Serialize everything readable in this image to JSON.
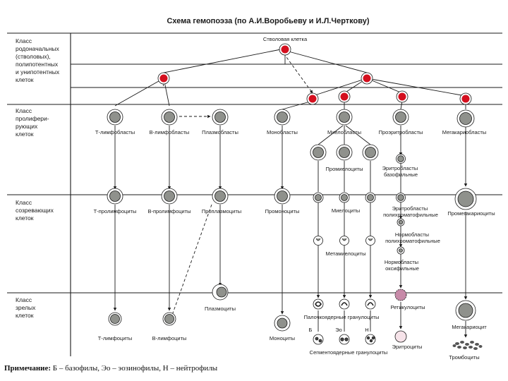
{
  "title": "Схема гемопоэза (по А.И.Воробьеву и И.Л.Черткову)",
  "classes": [
    {
      "key": "stem",
      "lines": [
        "Класс",
        "родоначальных",
        "(стволовых),",
        "полипотентных",
        "и унипотентных",
        "клеток"
      ]
    },
    {
      "key": "prolif",
      "lines": [
        "Класс",
        "пролифери-",
        "рующих",
        "клеток"
      ]
    },
    {
      "key": "maturing",
      "lines": [
        "Класс",
        "созревающих",
        "клеток"
      ]
    },
    {
      "key": "mature",
      "lines": [
        "Класс",
        "зрелых",
        "клеток"
      ]
    }
  ],
  "cells": {
    "stem": "Стволовая клетка",
    "t_lymphoblasts": "Т-лимфобласты",
    "b_lymphoblasts": "В-лимфобласты",
    "plasmoblasts": "Плазмобласты",
    "monoblasts": "Монобласты",
    "myeloblasts": "Миелобласты",
    "proerythroblasts": "Проэритробласты",
    "megakaryoblasts": "Мегакариобласты",
    "promyelocytes": "Промиелоциты",
    "erythroblasts_basophilic": [
      "Эритробласты",
      "базофильные"
    ],
    "t_prolymphocytes": "Т-пролимфоциты",
    "b_prolymphocytes": "В-пролимфоциты",
    "proplasmocytes": "Проплазмоциты",
    "promonocytes": "Промоноциты",
    "myelocytes": "Миелоциты",
    "erythroblasts_poly": [
      "Эритробласты",
      "полихроматофильные"
    ],
    "promegakaryocytes": "Промегакариоциты",
    "normoblasts_poly": [
      "Нормобласты",
      "полихроматофильные"
    ],
    "metamyelocytes": "Метамиелоциты",
    "normoblasts_oxy": [
      "Нормобласты",
      "оксифильные"
    ],
    "plasmocytes": "Плазмоциты",
    "reticulocytes": "Ретикулоциты",
    "band_granulocytes": "Палочкоядерные гранулоциты",
    "megakaryocyte": "Мегакариоцит",
    "t_lymphocytes": "Т-лимфоциты",
    "b_lymphocytes": "В-лимфоциты",
    "monocytes": "Моноциты",
    "erythrocytes": "Эритроциты",
    "segmented_granulocytes": "Сегментоядерные гранулоциты",
    "platelets": "Тромбоциты"
  },
  "granulocyte_letters": [
    "Б",
    "Эо",
    "Н"
  ],
  "note": {
    "prefix": "Примечание:",
    "text": " Б – базофилы, Эо – эозинофилы, Н – нейтрофилы"
  },
  "colors": {
    "stem_cell": "#d40f1e",
    "nucleus": "#8f918c",
    "line": "#1a1a1a",
    "reticulocyte": "#c78aa8",
    "erythrocyte": "#f6e3e9"
  }
}
